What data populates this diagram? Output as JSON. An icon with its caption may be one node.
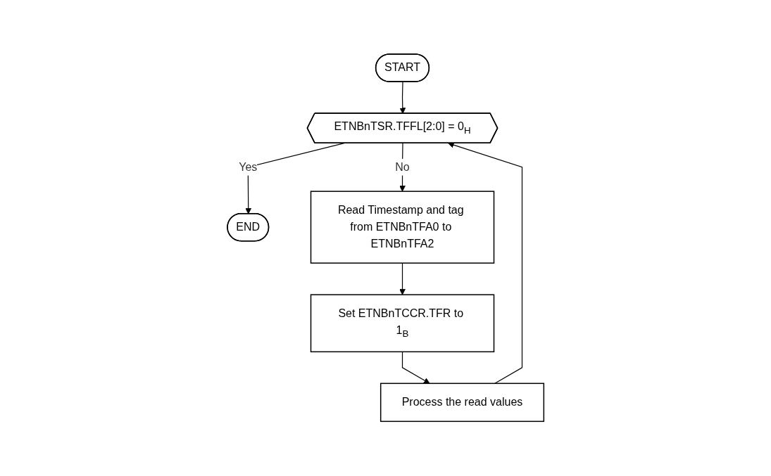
{
  "diagram": {
    "nodes": [
      {
        "text": [
          "START"
        ]
      },
      {
        "text": [
          "ETNBnTSR.TFFL[2:0] = 0$_{H}$"
        ]
      },
      {
        "text": [
          "END"
        ]
      },
      {
        "text": [
          "Read Timestamp and tag from ETNBnTFA0 to ETNBnTFA2"
        ]
      },
      {
        "text": [
          "Set ETNBnTCCR.TFR to 1$_{B}$"
        ]
      },
      {
        "text": [
          "Process the read values"
        ]
      }
    ],
    "edges": [
      {
        "from": 0,
        "to": 1,
        "arrow": "to"
      },
      {
        "from": 1,
        "to": 2,
        "arrow": "to",
        "label": "Yes"
      },
      {
        "from": 1,
        "to": 3,
        "arrow": "to",
        "label": "No"
      },
      {
        "from": 3,
        "to": 4,
        "arrow": "to"
      },
      {
        "from": 4,
        "to": 5,
        "arrow": "to"
      },
      {
        "from": 5,
        "to": 1,
        "arrow": "to"
      }
    ]
  }
}
